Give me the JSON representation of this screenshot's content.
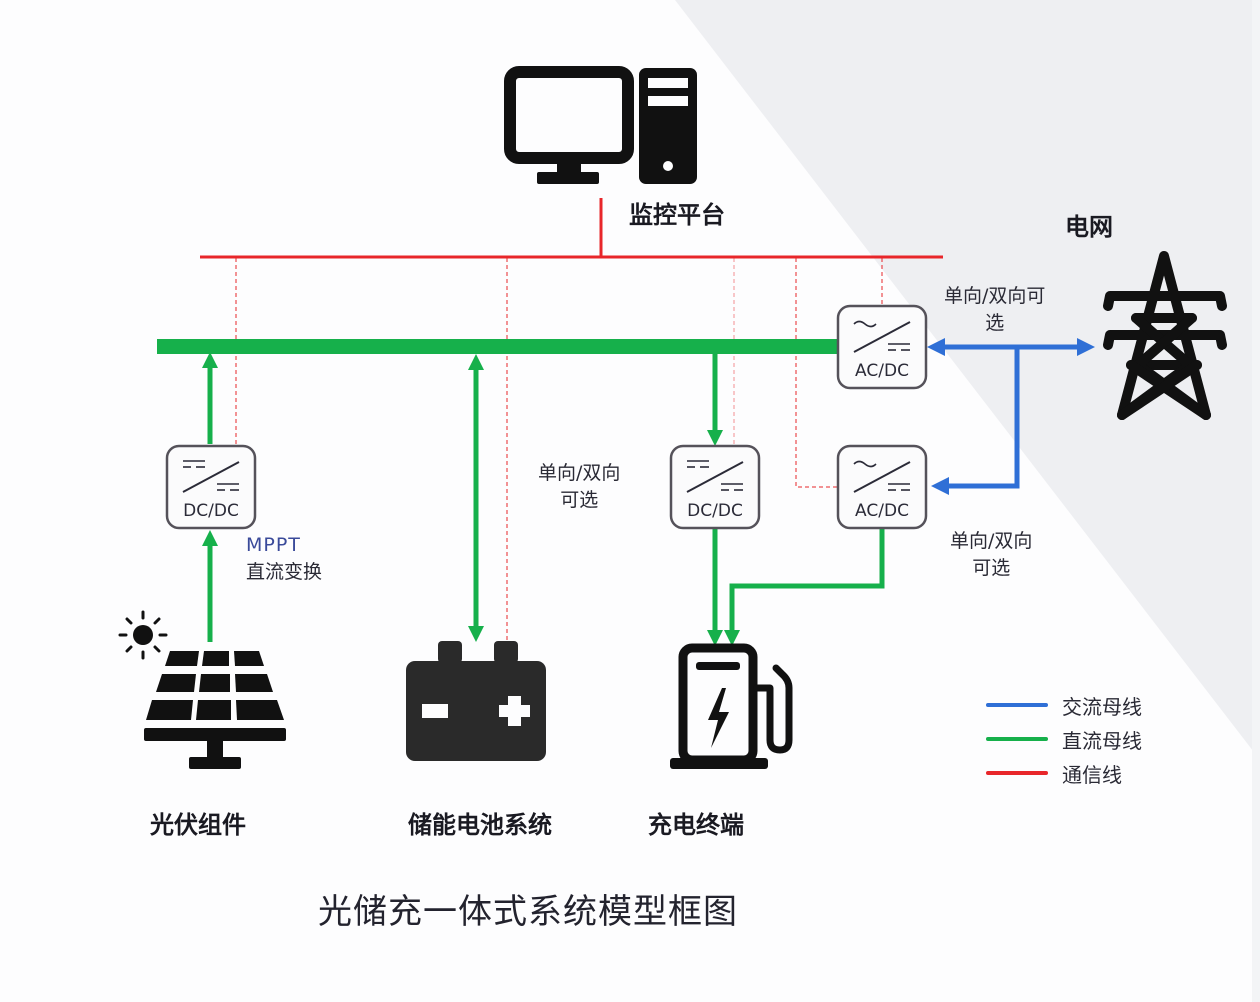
{
  "title": "光储充一体式系统模型框图",
  "colors": {
    "ac_bus": "#2f6fd6",
    "dc_bus": "#16b04b",
    "comm_line": "#e8262a",
    "icon": "#111111",
    "battery": "#2a2a2a"
  },
  "nodes": {
    "monitor": {
      "label": "监控平台",
      "icon": "desktop-computer-icon"
    },
    "grid": {
      "label": "电网",
      "icon": "power-tower-icon"
    },
    "pv": {
      "label": "光伏组件",
      "icon": "solar-panel-icon"
    },
    "battery": {
      "label": "储能电池系统",
      "icon": "battery-icon"
    },
    "charger": {
      "label": "充电终端",
      "icon": "charging-station-icon"
    }
  },
  "converters": {
    "pv_dcdc": {
      "label": "DC/DC",
      "type": "dc-dc"
    },
    "charger_dcdc": {
      "label": "DC/DC",
      "type": "dc-dc"
    },
    "grid_acdc_top": {
      "label": "AC/DC",
      "type": "ac-dc"
    },
    "grid_acdc_bottom": {
      "label": "AC/DC",
      "type": "ac-dc"
    }
  },
  "annotations": {
    "mppt_line1": "MPPT",
    "mppt_line2": "直流变换",
    "grid_option_line1": "单向/双向可",
    "grid_option_line2": "选",
    "charger_option_line1": "单向/双向",
    "charger_option_line2": "可选",
    "acdc_option_line1": "单向/双向",
    "acdc_option_line2": "可选"
  },
  "legend": [
    {
      "label": "交流母线",
      "color": "#2f6fd6"
    },
    {
      "label": "直流母线",
      "color": "#16b04b"
    },
    {
      "label": "通信线",
      "color": "#e8262a"
    }
  ]
}
